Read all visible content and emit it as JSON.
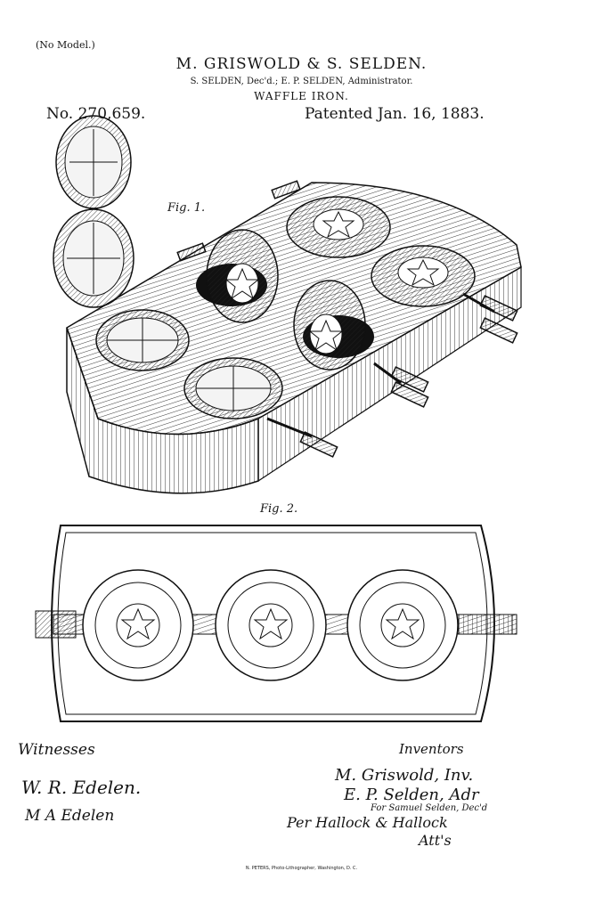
{
  "header": {
    "no_model": "(No Model.)",
    "inventors_line": "M. GRISWOLD & S. SELDEN.",
    "administrator_line": "S. SELDEN, Dec'd.; E. P. SELDEN, Administrator.",
    "subject": "WAFFLE IRON.",
    "patent_number": "No. 270,659.",
    "patent_date": "Patented Jan. 16, 1883."
  },
  "figures": {
    "fig1_label": "Fig. 1.",
    "fig2_label": "Fig. 2."
  },
  "witnesses": {
    "label": "Witnesses",
    "names": [
      "W. R. Edelen.",
      "M A Edelen"
    ]
  },
  "inventors": {
    "label": "Inventors",
    "line1": "M. Griswold, Inv.",
    "line2": "E. P. Selden, Adr",
    "line3": "For Samuel Selden, Dec'd",
    "line4": "Per Hallock & Hallock",
    "line5": "Att's"
  },
  "engraver": "N. PETERS, Photo-Lithographer, Washington, D. C."
}
